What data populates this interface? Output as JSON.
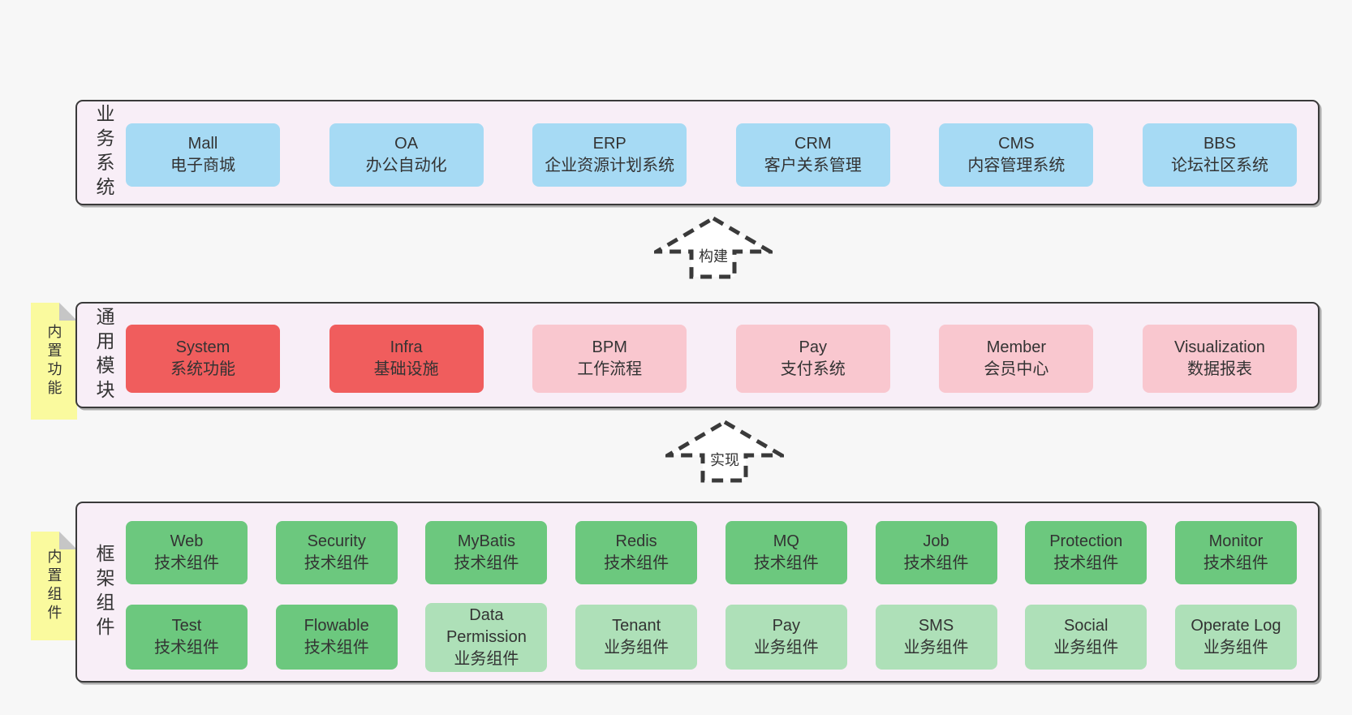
{
  "page": {
    "background": "#f7f7f7",
    "text_color": "#333333"
  },
  "colors": {
    "blue": "#a6daf4",
    "red": "#f05d5d",
    "pink": "#f9c7cf",
    "green": "#6cc87e",
    "lightgreen": "#aee0b8",
    "panel_bg": "#f8eef7",
    "sticky_bg": "#fafa9e",
    "border": "#3a3a3a"
  },
  "arrows": [
    {
      "label": "构建"
    },
    {
      "label": "实现"
    }
  ],
  "sections": [
    {
      "id": "business",
      "label": "业务系统",
      "rows": [
        [
          {
            "en": "Mall",
            "zh": "电子商城",
            "type": "blue"
          },
          {
            "en": "OA",
            "zh": "办公自动化",
            "type": "blue"
          },
          {
            "en": "ERP",
            "zh": "企业资源计划系统",
            "type": "blue"
          },
          {
            "en": "CRM",
            "zh": "客户关系管理",
            "type": "blue"
          },
          {
            "en": "CMS",
            "zh": "内容管理系统",
            "type": "blue"
          },
          {
            "en": "BBS",
            "zh": "论坛社区系统",
            "type": "blue"
          }
        ]
      ]
    },
    {
      "id": "modules",
      "label": "通用模块",
      "sticky": "内置功能",
      "rows": [
        [
          {
            "en": "System",
            "zh": "系统功能",
            "type": "red"
          },
          {
            "en": "Infra",
            "zh": "基础设施",
            "type": "red"
          },
          {
            "en": "BPM",
            "zh": "工作流程",
            "type": "pink"
          },
          {
            "en": "Pay",
            "zh": "支付系统",
            "type": "pink"
          },
          {
            "en": "Member",
            "zh": "会员中心",
            "type": "pink"
          },
          {
            "en": "Visualization",
            "zh": "数据报表",
            "type": "pink"
          }
        ]
      ]
    },
    {
      "id": "components",
      "label": "框架组件",
      "sticky": "内置组件",
      "rows": [
        [
          {
            "en": "Web",
            "zh": "技术组件",
            "type": "green"
          },
          {
            "en": "Security",
            "zh": "技术组件",
            "type": "green"
          },
          {
            "en": "MyBatis",
            "zh": "技术组件",
            "type": "green"
          },
          {
            "en": "Redis",
            "zh": "技术组件",
            "type": "green"
          },
          {
            "en": "MQ",
            "zh": "技术组件",
            "type": "green"
          },
          {
            "en": "Job",
            "zh": "技术组件",
            "type": "green"
          },
          {
            "en": "Protection",
            "zh": "技术组件",
            "type": "green"
          },
          {
            "en": "Monitor",
            "zh": "技术组件",
            "type": "green"
          }
        ],
        [
          {
            "en": "Test",
            "zh": "技术组件",
            "type": "green"
          },
          {
            "en": "Flowable",
            "zh": "技术组件",
            "type": "green"
          },
          {
            "en": "Data Permission",
            "zh": "业务组件",
            "type": "lightgreen"
          },
          {
            "en": "Tenant",
            "zh": "业务组件",
            "type": "lightgreen"
          },
          {
            "en": "Pay",
            "zh": "业务组件",
            "type": "lightgreen"
          },
          {
            "en": "SMS",
            "zh": "业务组件",
            "type": "lightgreen"
          },
          {
            "en": "Social",
            "zh": "业务组件",
            "type": "lightgreen"
          },
          {
            "en": "Operate Log",
            "zh": "业务组件",
            "type": "lightgreen"
          }
        ]
      ]
    }
  ]
}
